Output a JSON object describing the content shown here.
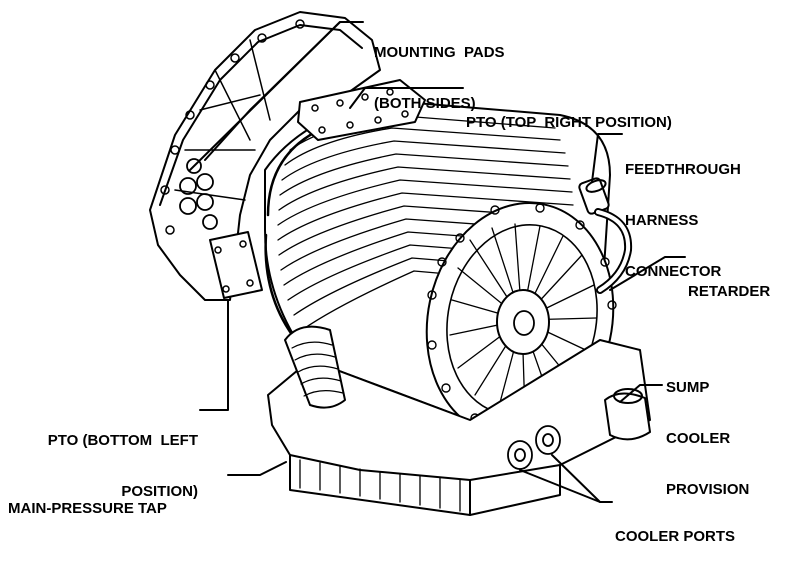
{
  "labels": {
    "mounting_pads": [
      "MOUNTING  PADS",
      "(BOTH SIDES)"
    ],
    "pto_top_right": "PTO (TOP  RIGHT POSITION)",
    "feedthrough": [
      "FEEDTHROUGH",
      "HARNESS",
      "CONNECTOR"
    ],
    "retarder": "RETARDER",
    "sump_cooler": [
      "SUMP",
      "COOLER",
      "PROVISION"
    ],
    "pto_bottom_left": [
      "PTO (BOTTOM  LEFT",
      "POSITION)"
    ],
    "main_pressure_tap": "MAIN-PRESSURE TAP",
    "cooler_ports": "COOLER PORTS"
  },
  "colors": {
    "ink": "#000000",
    "paper": "#ffffff",
    "shade": "#d9d9d9"
  }
}
